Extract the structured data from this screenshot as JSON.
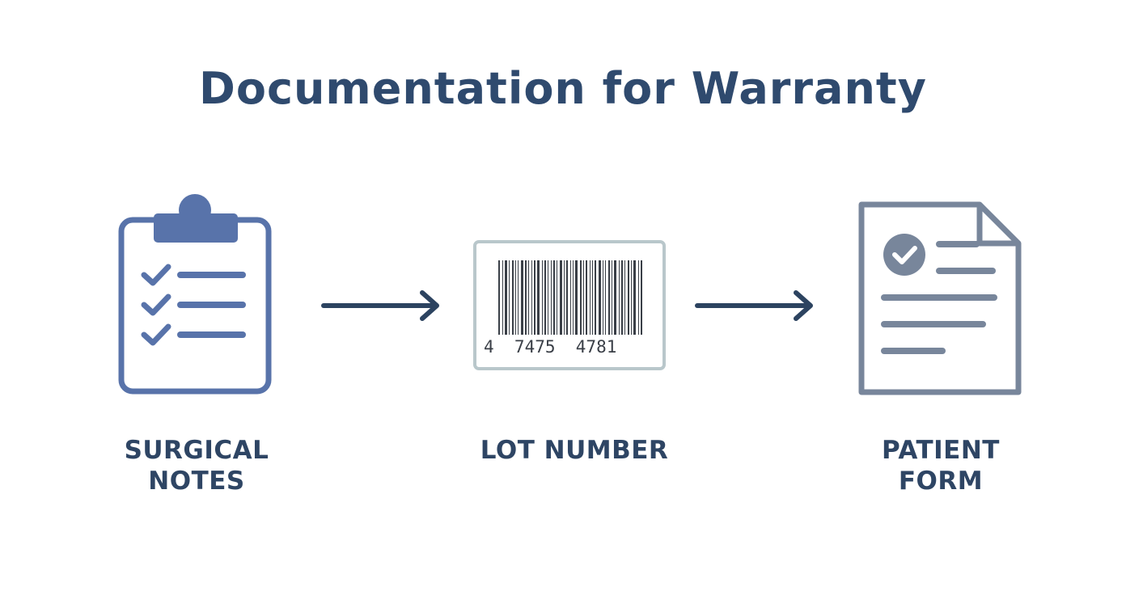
{
  "title": "Documentation for Warranty",
  "steps": [
    {
      "lines": [
        "SURGICAL",
        "NOTES"
      ],
      "icon": "clipboard-checklist-icon"
    },
    {
      "lines": [
        "LOT NUMBER"
      ],
      "icon": "barcode-icon",
      "barcode_number": "4  7475  4781"
    },
    {
      "lines": [
        "PATIENT",
        "FORM"
      ],
      "icon": "approved-document-icon"
    }
  ],
  "colors": {
    "title": "#2f4a6e",
    "label": "#2e4564",
    "clipboard": "#5873aa",
    "arrow": "#2c4360",
    "barcode": "#3a3f47",
    "document": "#78869b"
  }
}
